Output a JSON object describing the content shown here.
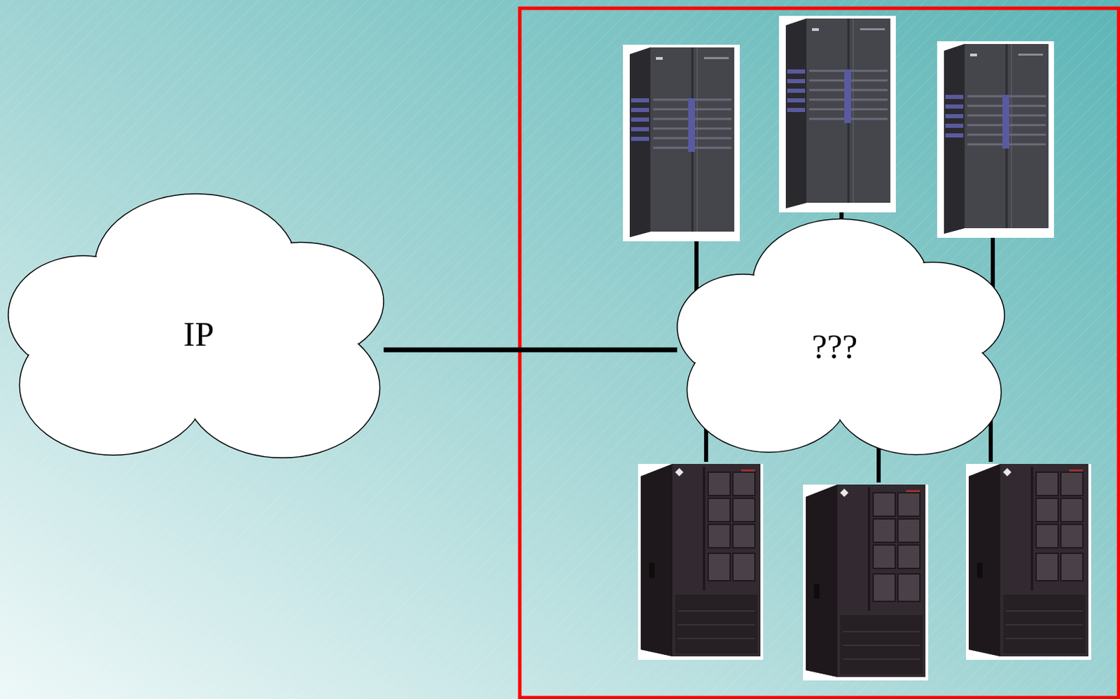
{
  "diagram": {
    "nodes": [
      {
        "text": [
          "IP"
        ]
      },
      {
        "text": [
          "???"
        ]
      }
    ],
    "edges": [
      {
        "from": 0,
        "to": 1,
        "arrow": "none"
      }
    ]
  }
}
